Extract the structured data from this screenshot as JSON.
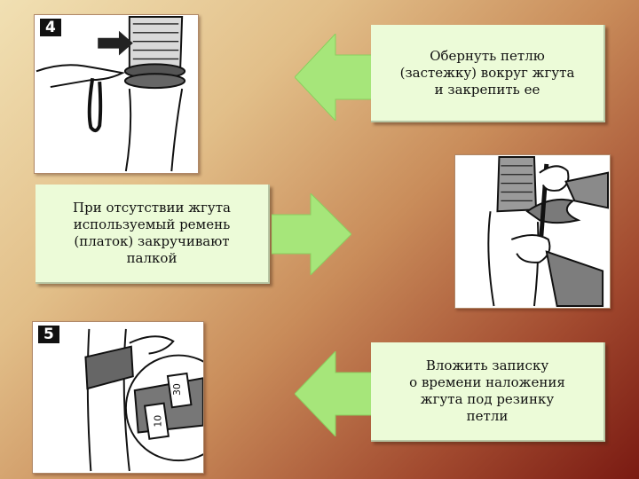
{
  "colors": {
    "arrow_fill": "#a6e67a",
    "text_box_fill": "#ecfbd8",
    "background_light": "#f1e0b3",
    "background_dark": "#7a1a12"
  },
  "panels": {
    "top_left": {
      "step_label": "4",
      "icon": "tourniquet-loop-illustration"
    },
    "middle_right": {
      "icon": "stick-twist-tourniquet-illustration"
    },
    "bottom_left": {
      "step_label": "5",
      "icon": "tourniquet-note-illustration",
      "note_time_hours": "10",
      "note_time_minutes": "30"
    }
  },
  "captions": {
    "wrap_loop": "Обернуть петлю\n(застежку) вокруг жгута\nи закрепить ее",
    "belt_stick": "При отсутствии жгута\nиспользуемый ремень\n(платок) закручивают\nпалкой",
    "insert_note": "Вложить записку\nо времени наложения\nжгута под резинку\nпетли"
  }
}
